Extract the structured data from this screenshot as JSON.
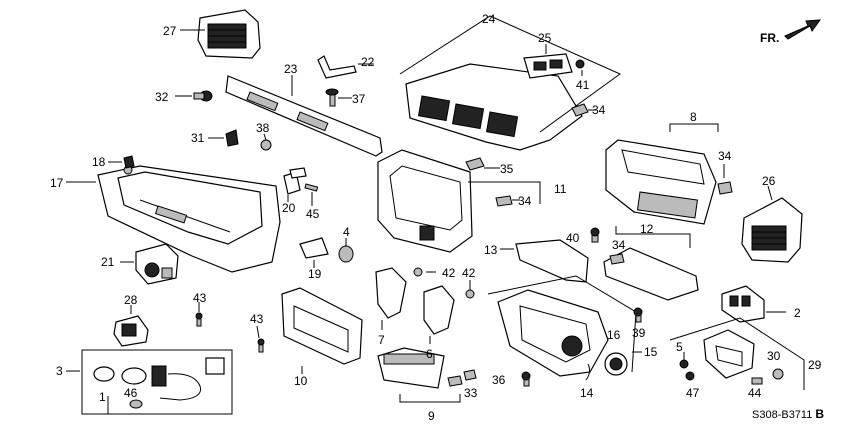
{
  "diagram": {
    "orientation_label": "FR.",
    "diagram_code": "S308-B3711",
    "diagram_code_suffix": "B",
    "callouts": {
      "c1": "1",
      "c2": "2",
      "c3": "3",
      "c4": "4",
      "c5": "5",
      "c6": "6",
      "c7": "7",
      "c8": "8",
      "c9": "9",
      "c10": "10",
      "c11": "11",
      "c12": "12",
      "c13": "13",
      "c14": "14",
      "c15": "15",
      "c16": "16",
      "c17": "17",
      "c18": "18",
      "c19": "19",
      "c20": "20",
      "c21": "21",
      "c22": "22",
      "c23": "23",
      "c24": "24",
      "c25": "25",
      "c26": "26",
      "c27": "27",
      "c28": "28",
      "c29": "29",
      "c30": "30",
      "c31": "31",
      "c32": "32",
      "c33": "33",
      "c34a": "34",
      "c34b": "34",
      "c34c": "34",
      "c34d": "34",
      "c35": "35",
      "c36": "36",
      "c37": "37",
      "c38": "38",
      "c39": "39",
      "c40": "40",
      "c41": "41",
      "c42a": "42",
      "c42b": "42",
      "c43a": "43",
      "c43b": "43",
      "c44": "44",
      "c45": "45",
      "c46": "46",
      "c47": "47"
    }
  }
}
